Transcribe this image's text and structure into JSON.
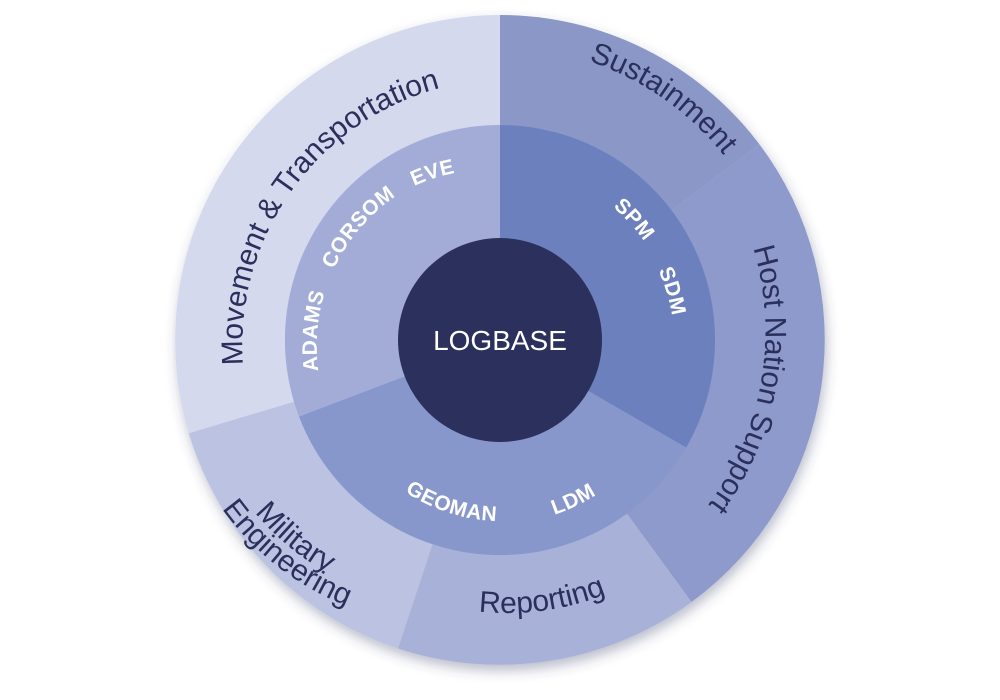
{
  "center": {
    "label": "LOGBASE",
    "color": "#2c305c"
  },
  "outer_ring": [
    {
      "label": "Sustainment",
      "color": "#8a97c7"
    },
    {
      "label": "Host Nation Support",
      "color": "#8e9acb"
    },
    {
      "label": "Reporting",
      "color": "#a8b1d8"
    },
    {
      "label": "Military Engineering",
      "line1": "Military",
      "line2": "Engineering",
      "color": "#bcc3e2"
    },
    {
      "label": "Movement & Transportation",
      "color": "#d5d9ee"
    }
  ],
  "inner_ring": [
    {
      "sector": "sustainment",
      "labels": [
        "SPM",
        "SDM"
      ],
      "color": "#6b80bd"
    },
    {
      "sector": "reporting",
      "labels": [
        "GEOMAN",
        "LDM"
      ],
      "color": "#8797cb"
    },
    {
      "sector": "movement",
      "labels": [
        "ADAMS",
        "CORSOM",
        "EVE"
      ],
      "color": "#a2acd6"
    }
  ]
}
